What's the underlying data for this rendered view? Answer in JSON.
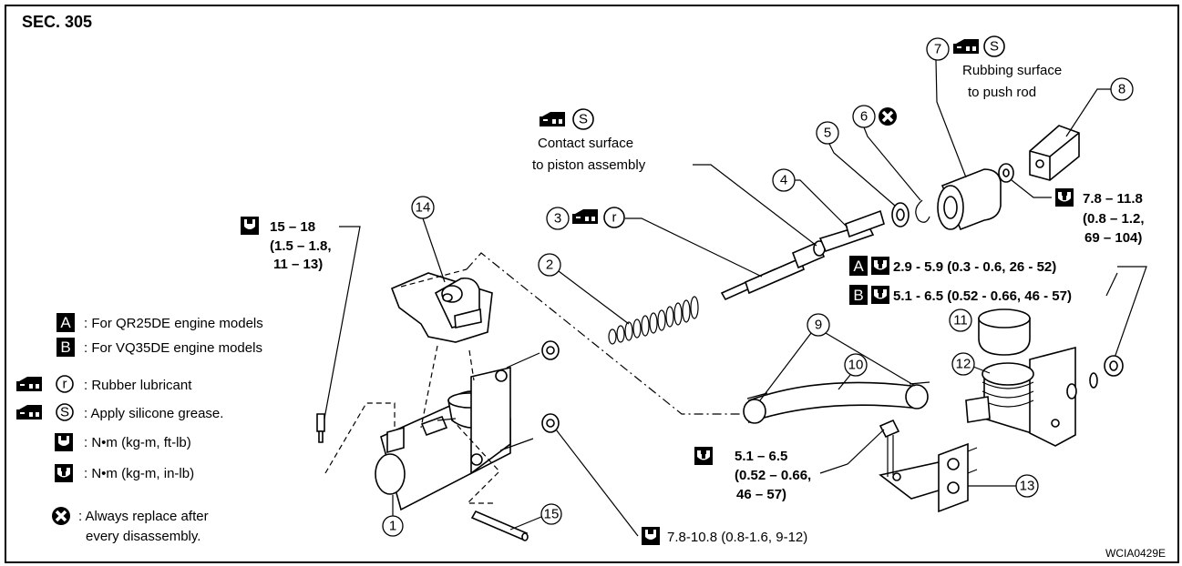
{
  "section": "SEC. 305",
  "figure_code": "WCIA0429E",
  "callouts": [
    "1",
    "2",
    "3",
    "4",
    "5",
    "6",
    "7",
    "8",
    "9",
    "10",
    "11",
    "12",
    "13",
    "14",
    "15"
  ],
  "legend": {
    "A": "For QR25DE engine models",
    "B": "For VQ35DE engine models",
    "r": "Rubber lubricant",
    "s": "Apply silicone grease.",
    "torque_ft": "N•m (kg-m, ft-lb)",
    "torque_in": "N•m (kg-m, in-lb)",
    "replace_line1": "Always replace after",
    "replace_line2": "every disassembly."
  },
  "symbols": {
    "A": "A",
    "B": "B",
    "r": "r",
    "s": "S"
  },
  "notes": {
    "contact_line1": "Contact surface",
    "contact_line2": "to piston assembly",
    "rubbing_line1": "Rubbing surface",
    "rubbing_line2": "to push rod"
  },
  "torques": {
    "t15_line1": "15 – 18",
    "t15_line2": "(1.5 – 1.8,",
    "t15_line3": "11 – 13)",
    "t78_line1": "7.8 – 11.8",
    "t78_line2": "(0.8 – 1.2,",
    "t78_line3": "69 – 104)",
    "tA": "2.9 - 5.9 (0.3 - 0.6, 26 - 52)",
    "tB": "5.1 - 6.5 (0.52 - 0.66, 46 - 57)",
    "t51_line1": "5.1 – 6.5",
    "t51_line2": "(0.52 – 0.66,",
    "t51_line3": "46 – 57)",
    "t1": "7.8-10.8 (0.8-1.6, 9-12)"
  }
}
